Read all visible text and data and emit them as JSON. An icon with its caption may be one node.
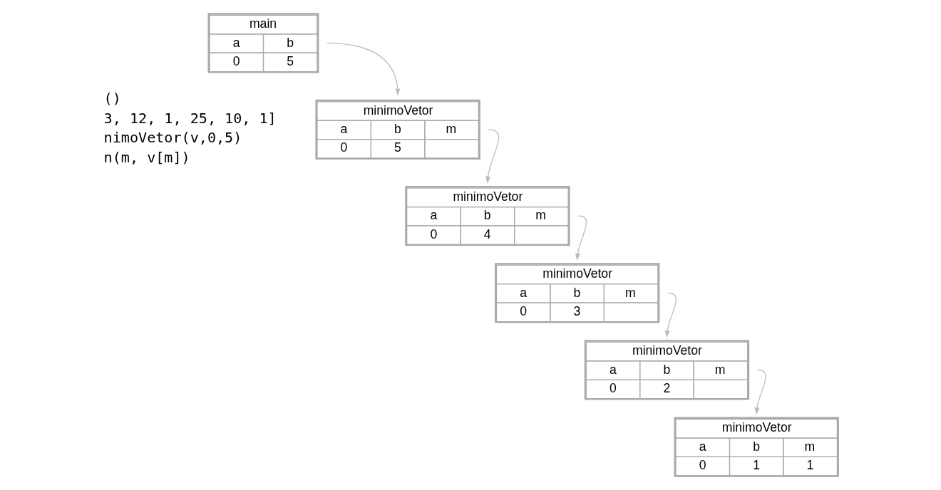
{
  "diagram": {
    "nodes": [
      {
        "text": [
          "main",
          "a",
          "b",
          "0",
          "5"
        ]
      },
      {
        "text": [
          "minimoVetor",
          "a",
          "b",
          "m",
          "0",
          "5"
        ]
      },
      {
        "text": [
          "minimoVetor",
          "a",
          "b",
          "m",
          "0",
          "4"
        ]
      },
      {
        "text": [
          "minimoVetor",
          "a",
          "b",
          "m",
          "0",
          "3"
        ]
      },
      {
        "text": [
          "minimoVetor",
          "a",
          "b",
          "m",
          "0",
          "2"
        ]
      },
      {
        "text": [
          "minimoVetor",
          "a",
          "b",
          "m",
          "0",
          "1",
          "1"
        ]
      }
    ],
    "edges": [
      {
        "from": 0,
        "to": 1,
        "arrow": "to"
      },
      {
        "from": 1,
        "to": 2,
        "arrow": "to"
      },
      {
        "from": 2,
        "to": 3,
        "arrow": "to"
      },
      {
        "from": 3,
        "to": 4,
        "arrow": "to"
      },
      {
        "from": 4,
        "to": 5,
        "arrow": "to"
      }
    ],
    "labels": [
      "()",
      "3, 12, 1, 25, 10, 1]",
      "nimoVetor(v,0,5)",
      "n(m, v[m])"
    ]
  }
}
